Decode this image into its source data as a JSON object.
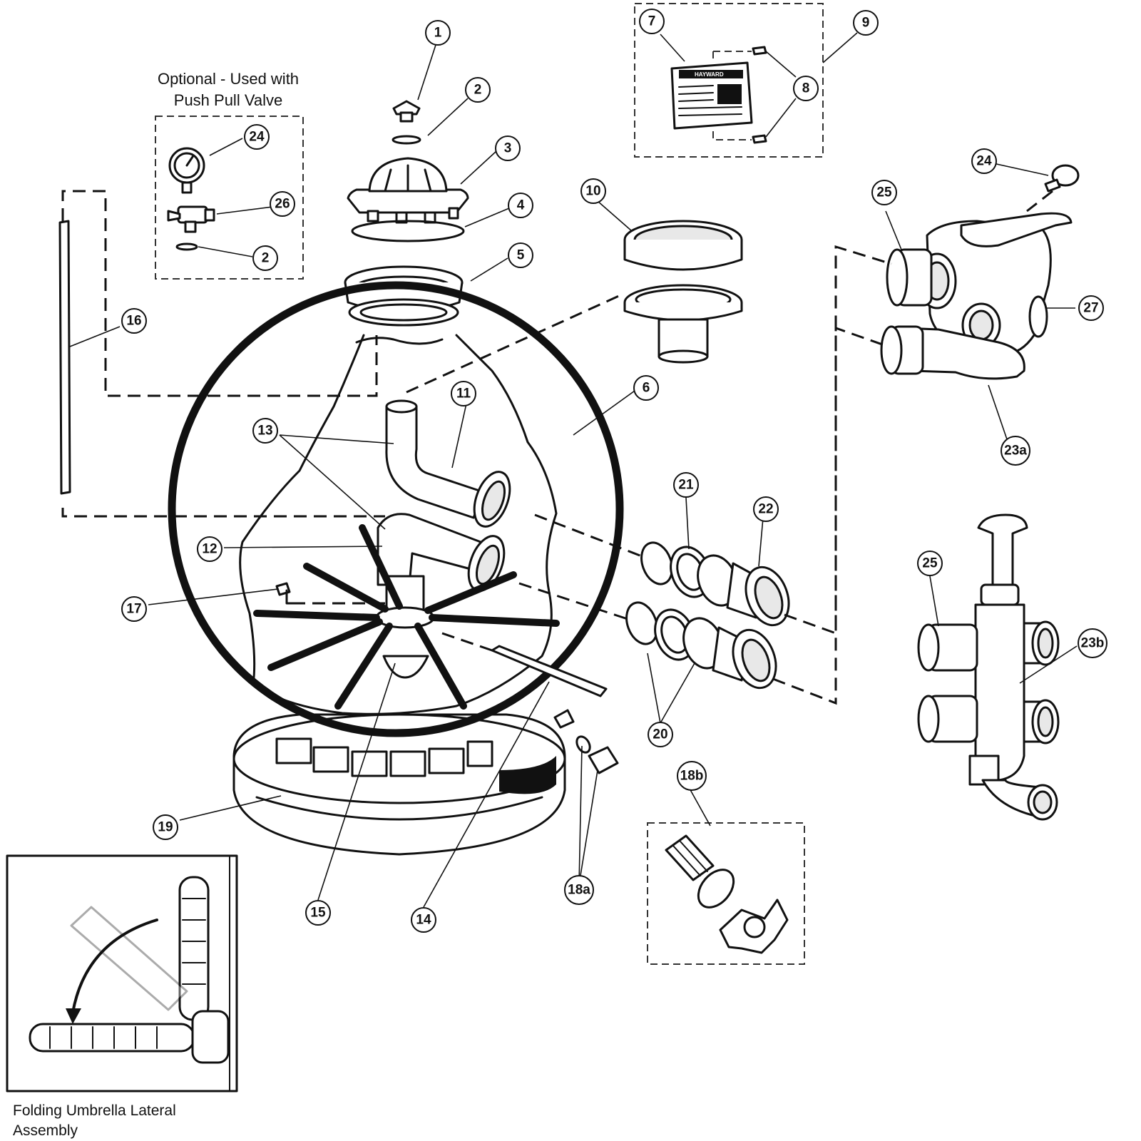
{
  "optional_box": {
    "line1": "Optional - Used with",
    "line2": "Push Pull Valve"
  },
  "inset": {
    "caption_line1": "Folding Umbrella Lateral",
    "caption_line2": "Assembly"
  },
  "label_plate": "HAYWARD",
  "callouts": {
    "c1": "1",
    "c2a": "2",
    "c2b": "2",
    "c3": "3",
    "c4": "4",
    "c5": "5",
    "c6": "6",
    "c7": "7",
    "c8": "8",
    "c9": "9",
    "c10": "10",
    "c11": "11",
    "c12": "12",
    "c13": "13",
    "c14": "14",
    "c15": "15",
    "c16": "16",
    "c17": "17",
    "c18a": "18a",
    "c18b": "18b",
    "c19": "19",
    "c20": "20",
    "c21": "21",
    "c22": "22",
    "c23a": "23a",
    "c23b": "23b",
    "c24a": "24",
    "c24b": "24",
    "c25a": "25",
    "c25b": "25",
    "c26": "26",
    "c27": "27"
  }
}
